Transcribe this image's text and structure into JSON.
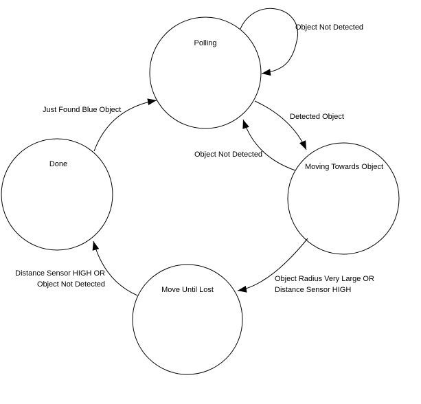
{
  "diagram": {
    "type": "state-machine",
    "background_color": "#ffffff",
    "stroke_color": "#000000",
    "text_color": "#000000",
    "states": {
      "polling": {
        "label": "Polling"
      },
      "done": {
        "label": "Done"
      },
      "moving_towards_object": {
        "label": "Moving Towards Object"
      },
      "move_until_lost": {
        "label": "Move Until Lost"
      }
    },
    "transitions": {
      "polling_self_loop": {
        "from": "Polling",
        "to": "Polling",
        "label": "Object Not Detected"
      },
      "polling_to_moving": {
        "from": "Polling",
        "to": "Moving Towards Object",
        "label": "Detected Object"
      },
      "moving_to_polling": {
        "from": "Moving Towards Object",
        "to": "Polling",
        "label": "Object Not Detected"
      },
      "done_to_polling": {
        "from": "Done",
        "to": "Polling",
        "label": "Just Found Blue Object"
      },
      "moving_to_move_until_lost": {
        "from": "Moving Towards Object",
        "to": "Move Until Lost",
        "label": "Object Radius Very Large OR\nDistance Sensor HIGH"
      },
      "move_until_lost_to_done": {
        "from": "Move Until Lost",
        "to": "Done",
        "label": "Distance Sensor HIGH OR\nObject Not Detected"
      }
    }
  }
}
